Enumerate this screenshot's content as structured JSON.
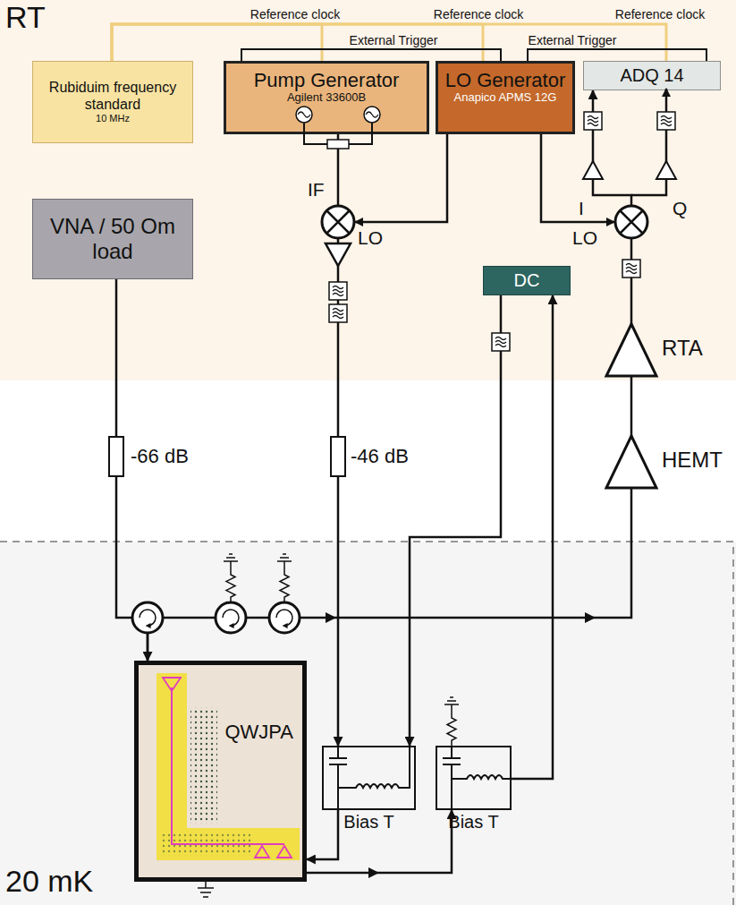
{
  "diagram": {
    "nodes": [
      {
        "text": [
          "Rubiduim frequency standard",
          "10 MHz"
        ]
      },
      {
        "text": [
          "Pump Generator",
          "Agilent 33600B"
        ]
      },
      {
        "text": [
          "LO Generator",
          "Anapico APMS 12G"
        ]
      },
      {
        "text": [
          "ADQ 14"
        ]
      },
      {
        "text": [
          "VNA / 50 Om load"
        ]
      },
      {
        "text": [
          "DC"
        ]
      },
      {
        "text": [
          "QWJPA"
        ]
      },
      {
        "text": [
          "Bias T"
        ]
      },
      {
        "text": [
          "Bias T"
        ]
      }
    ],
    "edges": [
      {
        "from": 0,
        "to": 1,
        "label": "Reference clock",
        "arrow": "none"
      },
      {
        "from": 0,
        "to": 2,
        "label": "Reference clock",
        "arrow": "none"
      },
      {
        "from": 0,
        "to": 3,
        "label": "Reference clock",
        "arrow": "none"
      },
      {
        "from": 1,
        "to": 2,
        "label": "External Trigger",
        "arrow": "none"
      },
      {
        "from": 2,
        "to": 3,
        "label": "External Trigger",
        "arrow": "none"
      },
      {
        "from": 1,
        "to": 7,
        "arrow": "to"
      },
      {
        "from": 4,
        "to": 6,
        "arrow": "to"
      },
      {
        "from": 6,
        "to": 3,
        "arrow": "to"
      },
      {
        "from": 5,
        "to": 7,
        "arrow": "to"
      },
      {
        "from": 8,
        "to": 5,
        "arrow": "to"
      },
      {
        "from": 7,
        "to": 6,
        "arrow": "to"
      },
      {
        "from": 6,
        "to": 8,
        "arrow": "to"
      }
    ],
    "labels": [
      "RT",
      "20 mK",
      "IF",
      "LO",
      "LO",
      "I",
      "Q",
      "-66 dB",
      "-46 dB",
      "RTA",
      "HEMT"
    ]
  }
}
